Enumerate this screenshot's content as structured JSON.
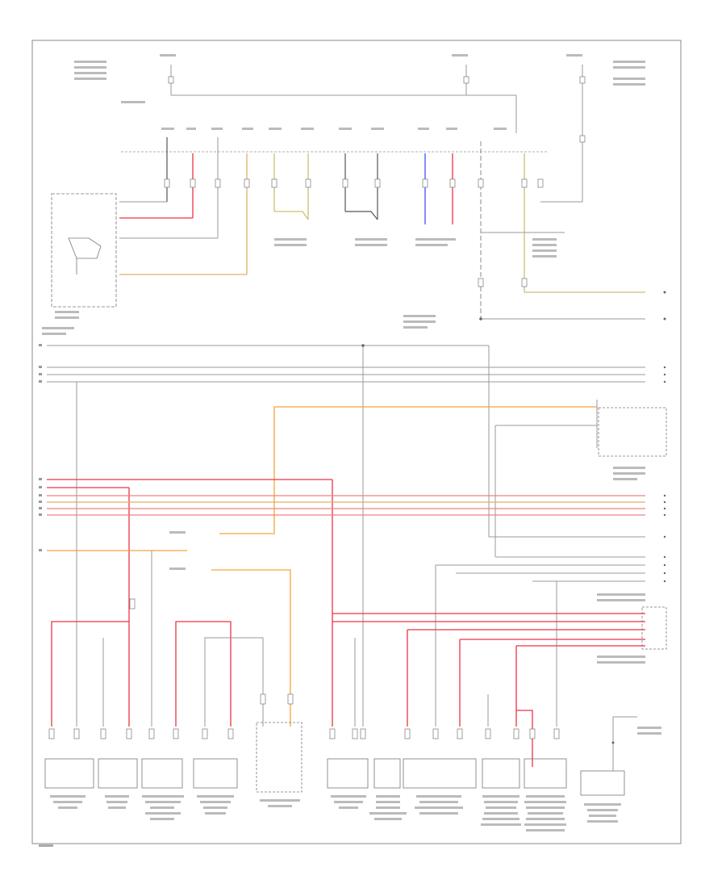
{
  "diagram": {
    "colors": {
      "red": "#ee3344",
      "pink": "#f08080",
      "orange": "#f4a33c",
      "tan": "#d9b26a",
      "khaki": "#c9c070",
      "blue": "#6670ff",
      "grey": "#9a9a9a",
      "dark": "#555555"
    },
    "footer_label": "",
    "top_labels": {
      "left_fuse_note": "",
      "mid_fuse_note": "",
      "right_fuse_note": ""
    },
    "components": [
      {
        "id": "combination-switch",
        "label": ""
      },
      {
        "id": "instrument-cluster-1",
        "label": ""
      },
      {
        "id": "paddle-switch-1",
        "label": ""
      },
      {
        "id": "cruise-control-module",
        "label": ""
      },
      {
        "id": "steering-module",
        "label": ""
      },
      {
        "id": "horn-relay",
        "label": ""
      },
      {
        "id": "instrument-cluster-2",
        "label": ""
      },
      {
        "id": "auto-switch",
        "label": ""
      },
      {
        "id": "steering-angle-sensor",
        "label": ""
      },
      {
        "id": "airbag-module",
        "label": ""
      },
      {
        "id": "transmission-module",
        "label": ""
      },
      {
        "id": "ground-point",
        "label": ""
      }
    ]
  }
}
